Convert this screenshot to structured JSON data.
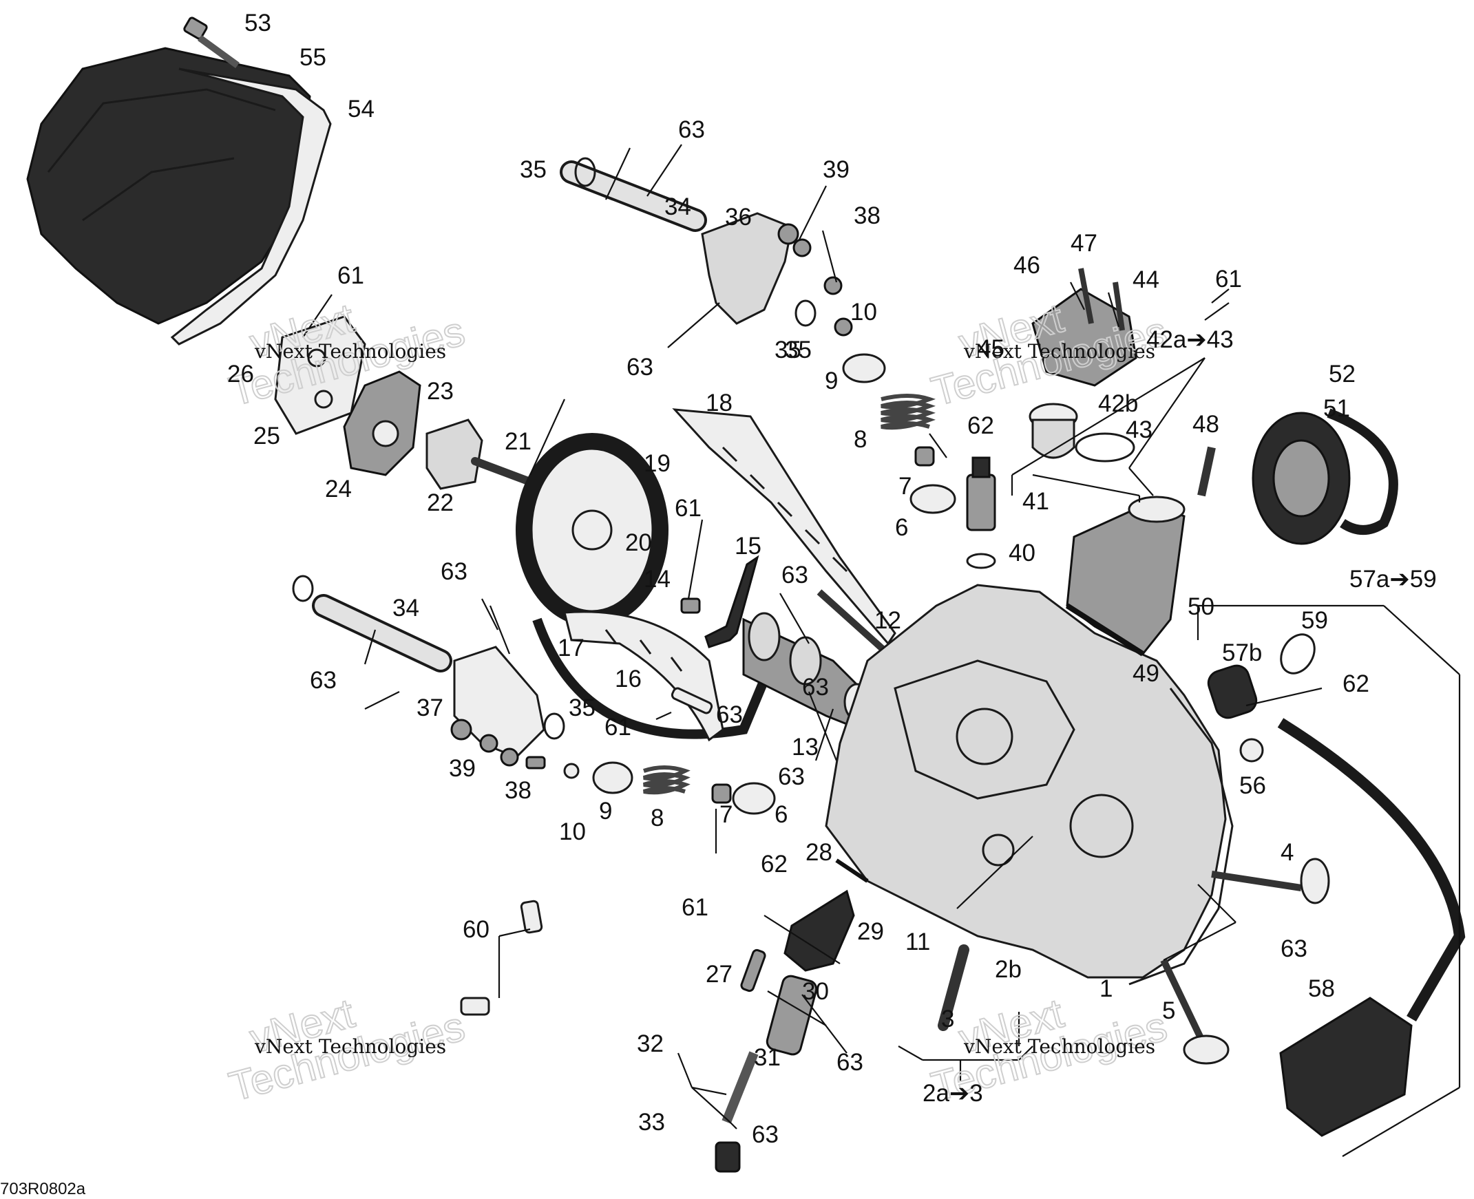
{
  "diagram": {
    "ref_code": "703R0802a",
    "watermark": {
      "company": "vNext Technologies",
      "brand_large_1": "vNext",
      "brand_large_2": "Technologies"
    },
    "labels": [
      "53",
      "55",
      "54",
      "35",
      "34",
      "36",
      "39",
      "38",
      "10",
      "35",
      "9",
      "63",
      "63",
      "61",
      "26",
      "25",
      "23",
      "24",
      "22",
      "21",
      "18",
      "19",
      "20",
      "61",
      "15",
      "63",
      "14",
      "12",
      "17",
      "16",
      "61",
      "13",
      "63",
      "35",
      "34",
      "63",
      "63",
      "37",
      "39",
      "38",
      "10",
      "9",
      "8",
      "7",
      "6",
      "62",
      "35",
      "8",
      "62",
      "7",
      "6",
      "41",
      "40",
      "46",
      "47",
      "44",
      "61",
      "45",
      "42a➔43",
      "42b",
      "43",
      "48",
      "51",
      "52",
      "50",
      "49",
      "57a➔59",
      "59",
      "57b",
      "62",
      "56",
      "4",
      "63",
      "28",
      "29",
      "11",
      "2b",
      "1",
      "3",
      "5",
      "58",
      "60",
      "61",
      "27",
      "30",
      "31",
      "32",
      "63",
      "33",
      "63",
      "2a➔3",
      "63",
      "63"
    ]
  }
}
